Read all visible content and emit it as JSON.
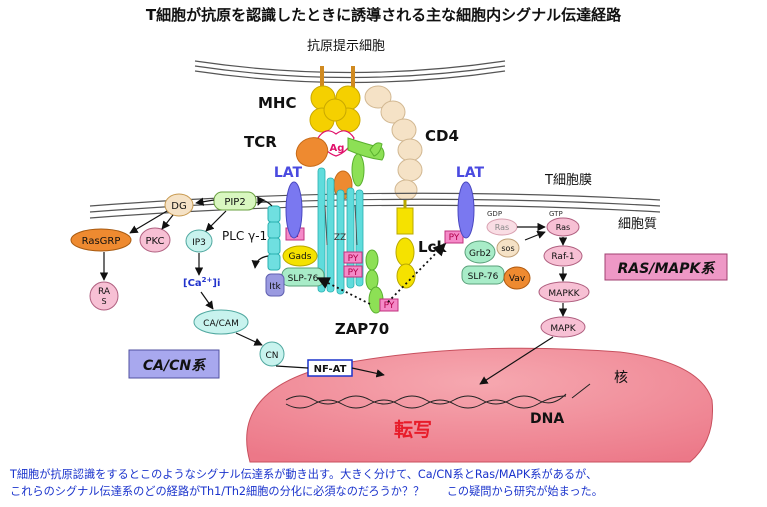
{
  "title": "T細胞が抗原を認識したときに誘導される主な細胞内シグナル伝達経路",
  "labels": {
    "apc": "抗原提示細胞",
    "mhc": "MHC",
    "tcr": "TCR",
    "cd4": "CD4",
    "ag": "Ag",
    "lat_left": "LAT",
    "lat_right": "LAT",
    "membrane": "T細胞膜",
    "cytoplasm": "細胞質",
    "dg": "DG",
    "pip2": "PIP2",
    "rasgrp": "RasGRP",
    "pkc": "PKC",
    "ip3": "IP3",
    "ca_prefix": "[Ca",
    "ca_sup": "2+",
    "ca_suffix": "]i",
    "plc": "PLC γ-1",
    "ras_s_top": "RA",
    "ras_s_bottom": "S",
    "ca_cam": "CA/CAM",
    "cn": "CN",
    "ca_cn_system": "CA/CN系",
    "nfat": "NF-AT",
    "gads": "Gads",
    "slp76_left": "SLP-76",
    "itk": "Itk",
    "zz": "ZZ",
    "lck": "Lck",
    "zap70": "ZAP70",
    "py": "PY",
    "gdp": "GDP",
    "gtp": "GTP",
    "ras_gdp": "Ras",
    "ras_gtp": "Ras",
    "grb2": "Grb2",
    "sos": "sos",
    "slp76_right": "SLP-76",
    "vav": "Vav",
    "raf1": "Raf-1",
    "mapkk": "MAPKK",
    "mapk": "MAPK",
    "ras_mapk_system": "RAS/MAPK系",
    "nucleus": "核",
    "dna": "DNA",
    "transcription": "転写"
  },
  "caption": {
    "line1": "T細胞が抗原認識をするとこのようなシグナル伝達系が動き出す。大きく分けて、Ca/CN系とRas/MAPK系があるが、",
    "line2": "これらのシグナル伝達系のどの経路がTh1/Th2細胞の分化に必須なのだろうか？？　　この疑問から研究が始まった。"
  },
  "colors": {
    "mhc": "#f5d000",
    "cd4": "#f5e2c6",
    "tcr": "#ee8a30",
    "cd3": "#8de055",
    "lat": "#7a78f0",
    "zeta": "#5fdcdc",
    "py": "#f58ac8",
    "nucleus": "#f08c98",
    "pink_node": "#f7c0d4",
    "green_node": "#d9f7c0",
    "cyan_node": "#c8f3ee",
    "ca_cn_box": "#a8a8ee",
    "ras_mapk_box": "#ee98c6",
    "transcription": "#e81c2a",
    "caption": "#1a33cc"
  }
}
